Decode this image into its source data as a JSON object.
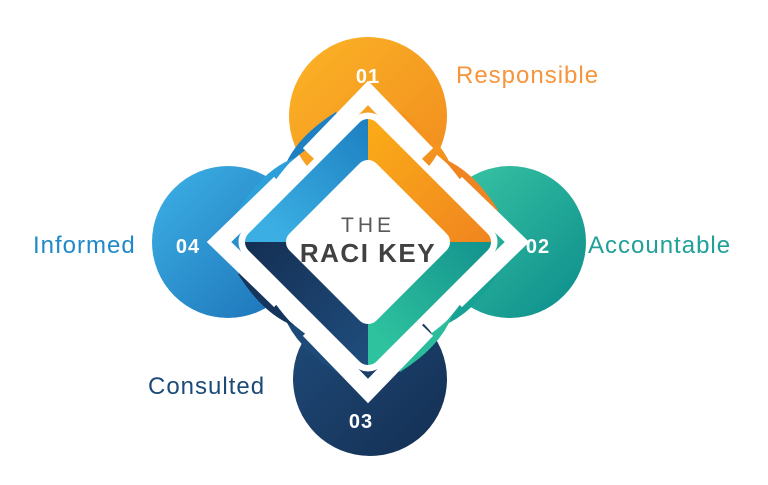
{
  "background": "#FFFFFF",
  "diagram": {
    "name": "RACI key cycle diagram",
    "center": {
      "line1": "THE",
      "line2": "RACI KEY"
    },
    "items": [
      {
        "num": "01",
        "label": "Responsible",
        "color": "#F6953B",
        "position": "top"
      },
      {
        "num": "02",
        "label": "Accountable",
        "color": "#1FA099",
        "position": "right"
      },
      {
        "num": "03",
        "label": "Consulted",
        "color": "#1D4B77",
        "position": "bottom"
      },
      {
        "num": "04",
        "label": "Informed",
        "color": "#2189C8",
        "position": "left"
      }
    ],
    "palette": {
      "orange_light": "#FCB426",
      "orange_deep": "#F08A1E",
      "teal_light": "#3CC8A5",
      "teal_deep": "#0B8C8B",
      "navy_light": "#1F4C7B",
      "navy_deep": "#142E52",
      "blue_light": "#3EB2E7",
      "blue_deep": "#1A6FB5",
      "center_text_top": "#58595B",
      "center_text_main": "#414042",
      "separator": "#FFFFFF"
    }
  }
}
